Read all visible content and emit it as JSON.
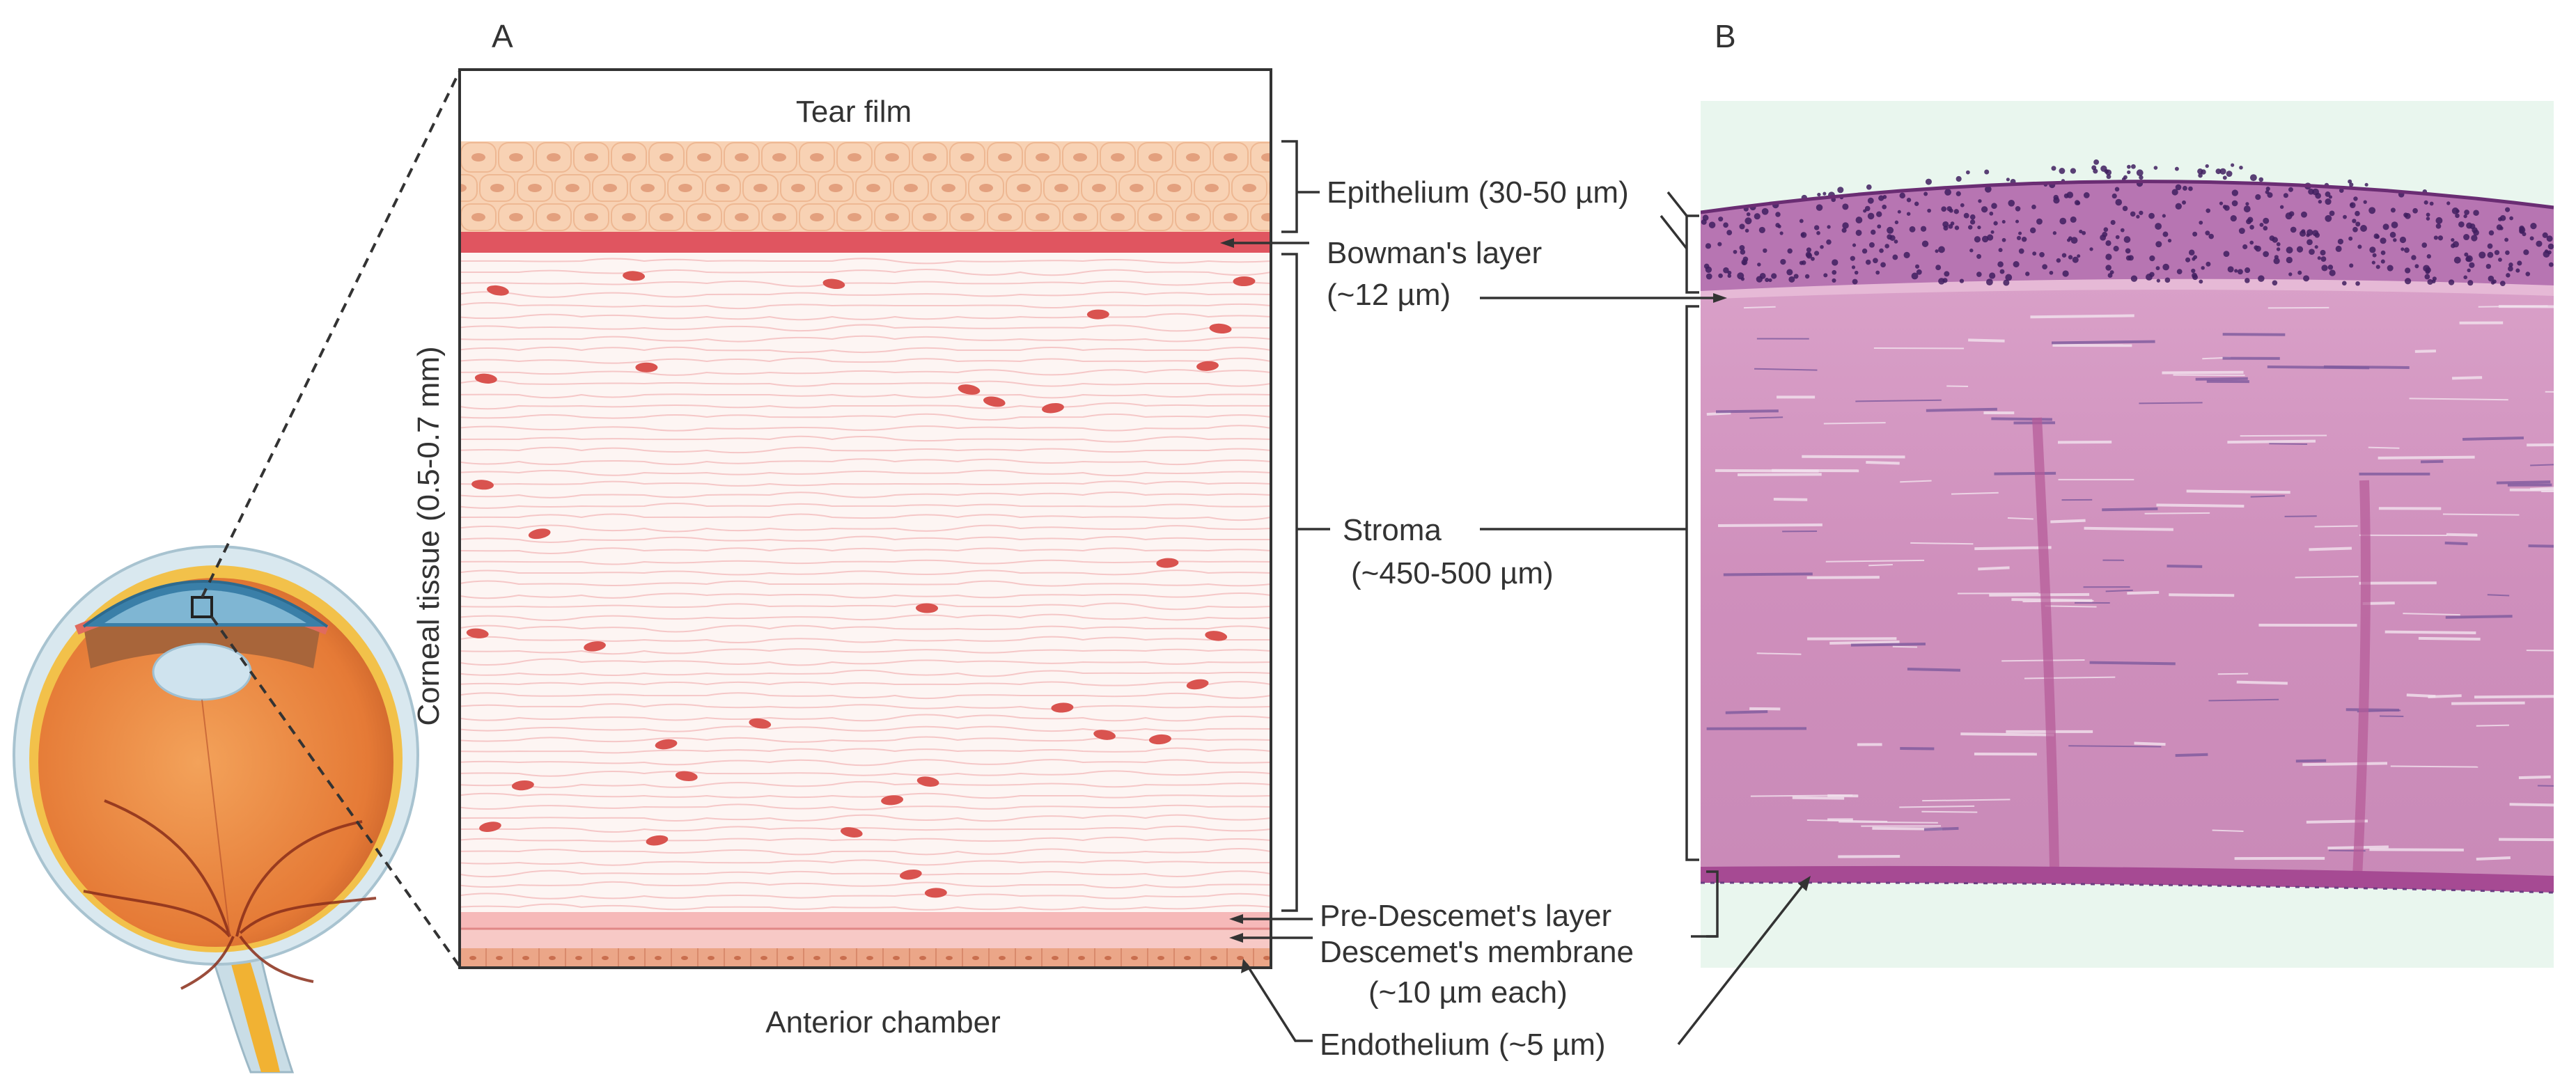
{
  "panels": {
    "a_label": "A",
    "b_label": "B"
  },
  "diagram": {
    "top_label": "Tear film",
    "bottom_label": "Anterior chamber",
    "side_label": "Corneal tissue (0.5-0.7 mm)"
  },
  "layers": {
    "epithelium": "Epithelium (30-50 µm)",
    "bowman_line1": "Bowman's layer",
    "bowman_line2": "(~12 µm)",
    "stroma_line1": "Stroma",
    "stroma_line2": "(~450-500 µm)",
    "pre_descemet": "Pre-Descemet's layer",
    "descemet": "Descemet's membrane",
    "descemet_size": "(~10 µm each)",
    "endothelium": "Endothelium (~5 µm)"
  },
  "colors": {
    "epithelium_fill": "#f8d2b4",
    "epithelium_nucleus": "#e3a07e",
    "bowman": "#e05560",
    "stroma_fibers": "#f1b7b8",
    "keratocyte": "#d9534f",
    "pre_descemet": "#f6b9b9",
    "descemet": "#f39a9a",
    "endothelium": "#eba688",
    "histology_bg": "#e9f6ee",
    "histology_tissue": "#d58fbd",
    "epithelium_stain": "#9b4d9e"
  },
  "icons": [
    "eye-anatomy-icon",
    "zoom-box-icon"
  ]
}
